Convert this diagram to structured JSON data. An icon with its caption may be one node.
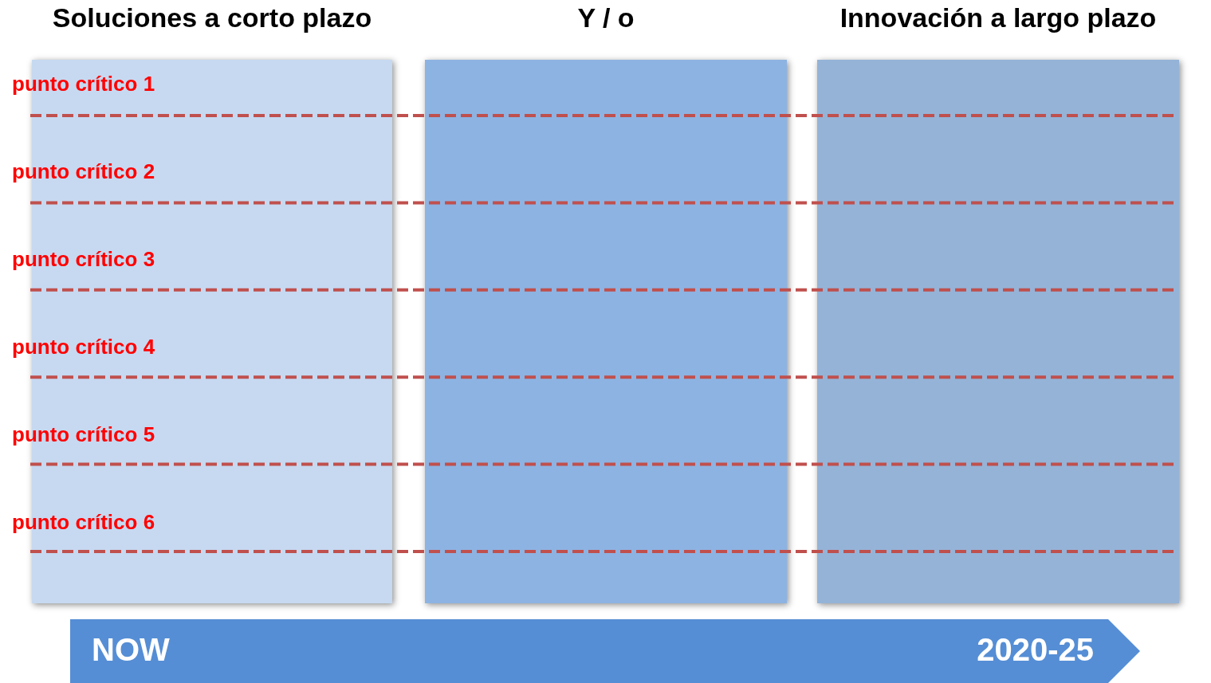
{
  "diagram": {
    "nodes": [
      {
        "text": [
          "Soluciones a corto plazo"
        ]
      },
      {
        "text": [
          "Y / o"
        ]
      },
      {
        "text": [
          "Innovación a largo plazo"
        ]
      },
      {
        "text": [
          "NOW",
          "2020-25"
        ]
      }
    ],
    "labels": [
      "punto crítico 1",
      "punto crítico 2",
      "punto crítico 3",
      "punto crítico 4",
      "punto crítico 5",
      "punto crítico 6"
    ]
  }
}
